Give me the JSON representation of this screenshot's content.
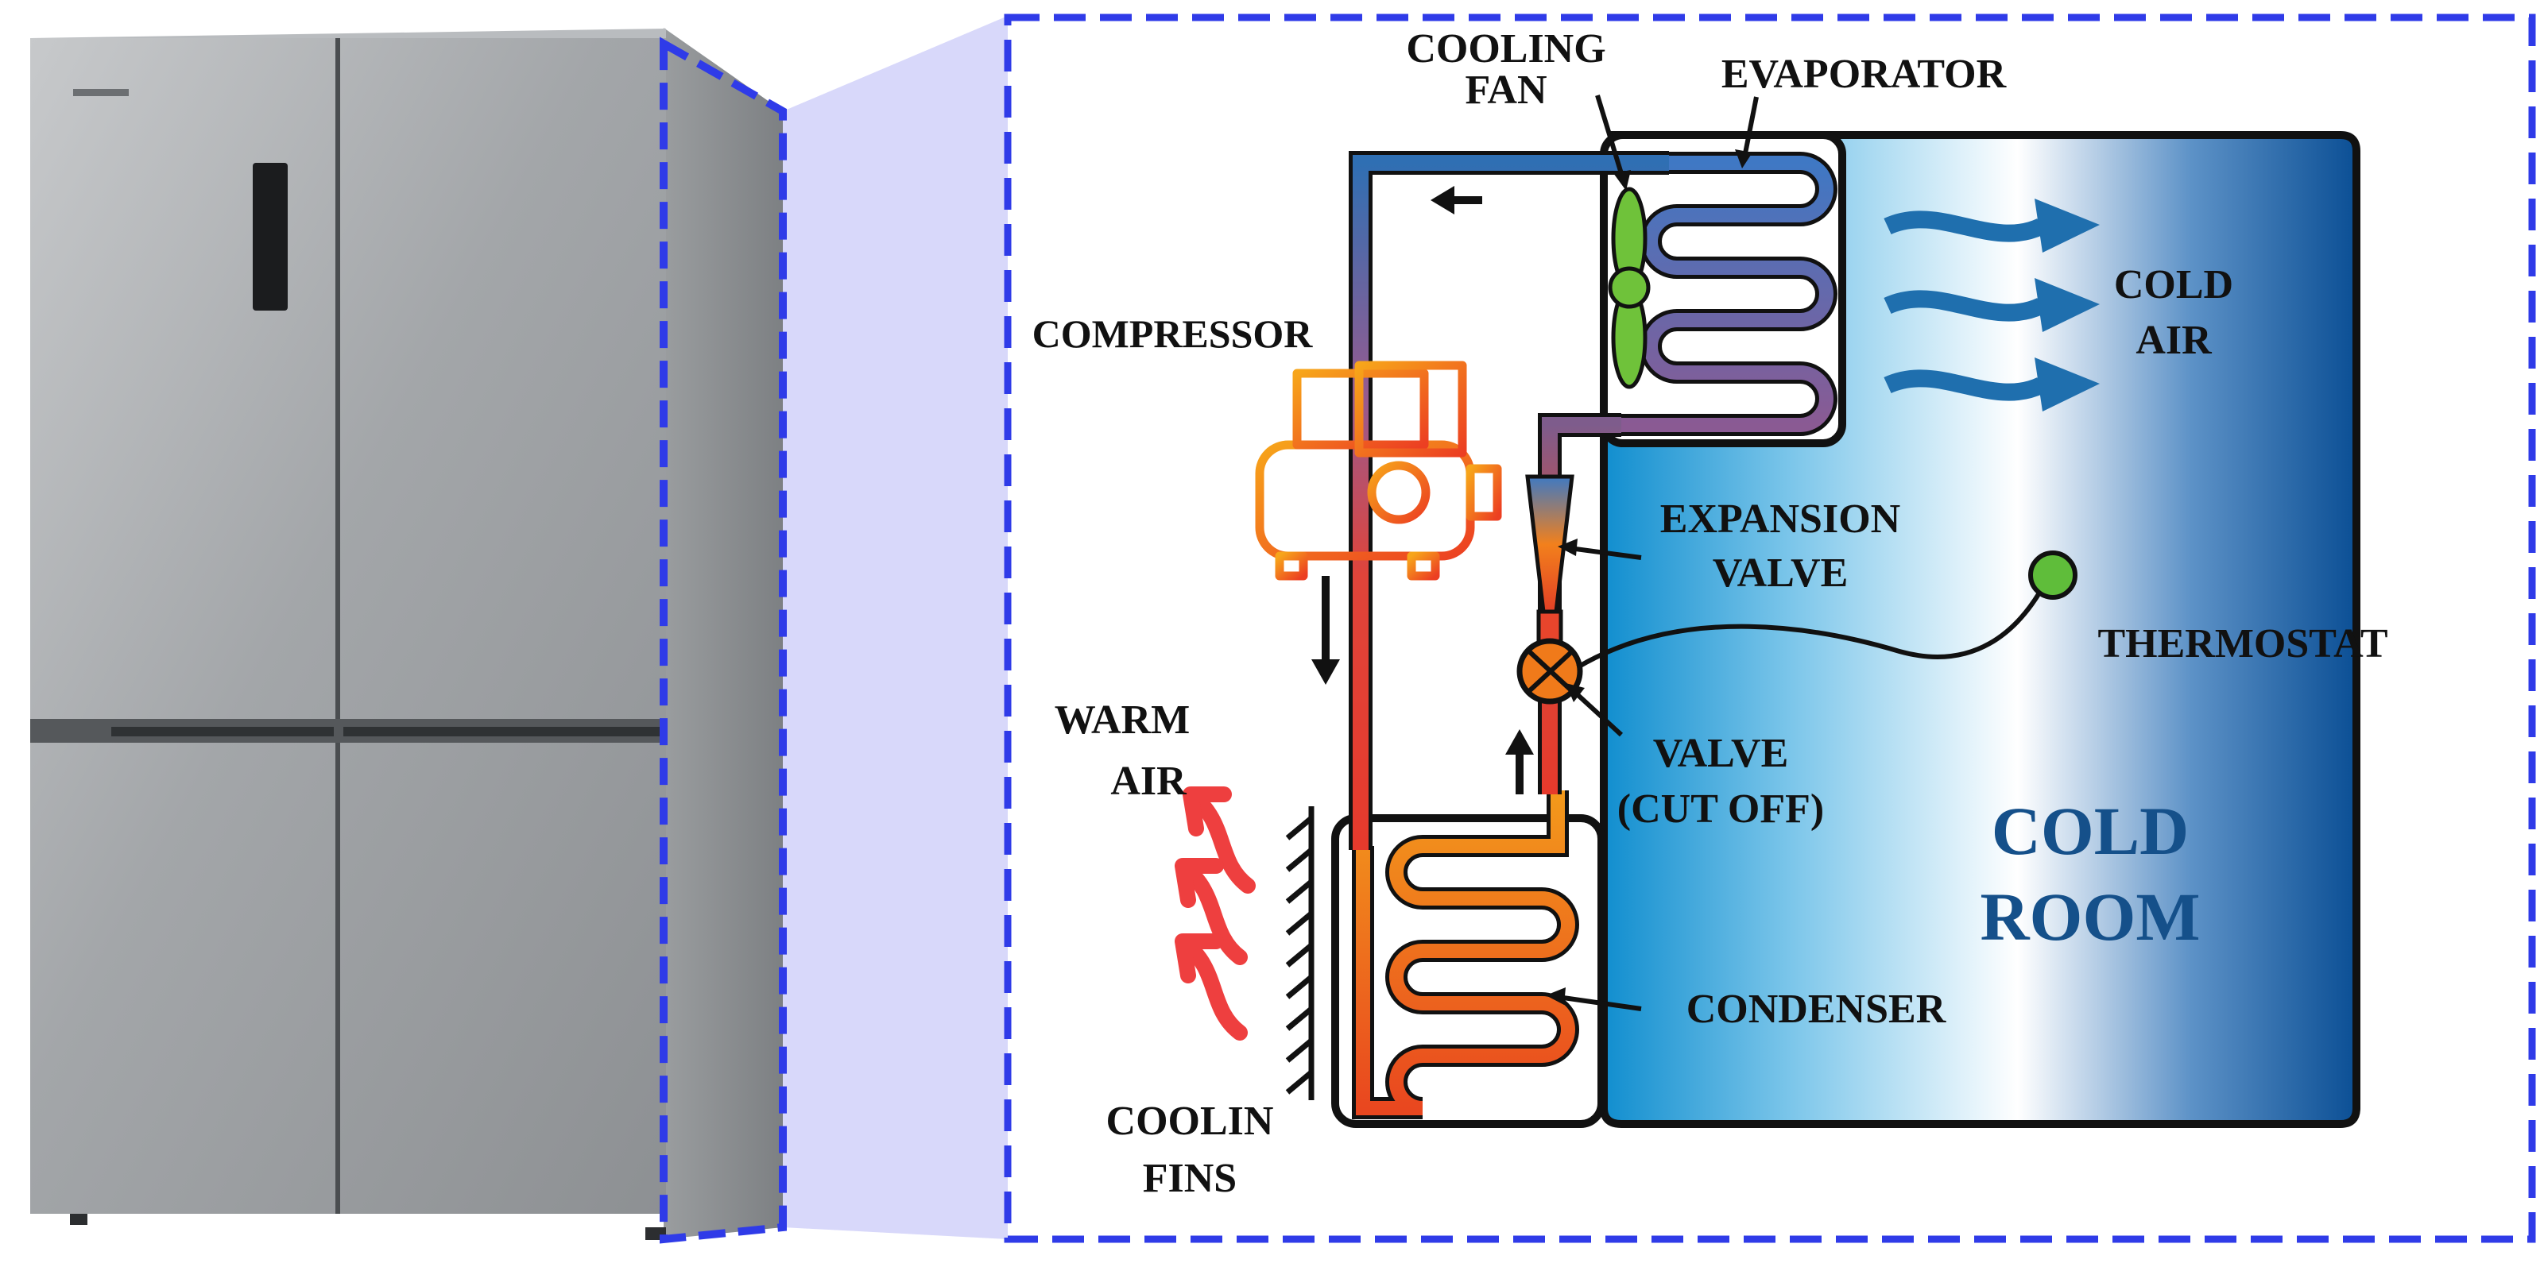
{
  "labels": {
    "cooling_fan_1": "COOLING",
    "cooling_fan_2": "FAN",
    "evaporator": "EVAPORATOR",
    "cold_air_1": "COLD",
    "cold_air_2": "AIR",
    "compressor": "COMPRESSOR",
    "expansion_valve_1": "EXPANSION",
    "expansion_valve_2": "VALVE",
    "thermostat": "THERMOSTAT",
    "warm_air_1": "WARM",
    "warm_air_2": "AIR",
    "valve_cutoff_1": "VALVE",
    "valve_cutoff_2": "(CUT OFF)",
    "cold_room_1": "COLD",
    "cold_room_2": "ROOM",
    "condenser": "CONDENSER",
    "cooling_fins_1": "COOLIN",
    "cooling_fins_2": "FINS"
  },
  "colors": {
    "callout_border": "#2f3be8",
    "callout_fill": "#d8d8fa",
    "cold_room_dark": "#0d5a9e",
    "cold_room_light": "#ffffff",
    "cold_room_text": "#15508a",
    "hot_pipe": "#e33b2e",
    "cold_pipe": "#2c74b5",
    "condenser_coil": "#f07a1a",
    "evaporator_coil": "#6a78b8",
    "fan": "#6fc23a",
    "thermostat": "#5fbd3a",
    "warm_air_arrow": "#ee3f3f",
    "cold_air_arrow": "#1f6fae",
    "compressor": "#f26b22",
    "fridge_steel": "#a9acaf"
  }
}
